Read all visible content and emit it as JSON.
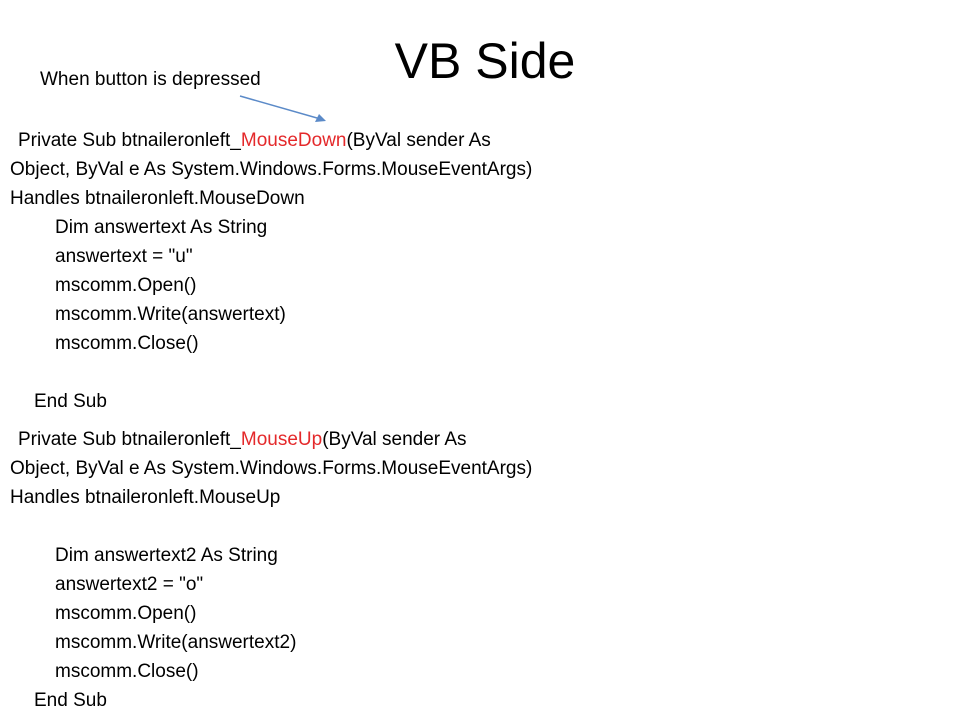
{
  "slide": {
    "title": "VB Side",
    "annotation": "When button is depressed",
    "accent_color": "#e4292b",
    "arrow_color": "#5b8ac8"
  },
  "mouse_down": {
    "sig_line1_pre": "Private Sub btnaileronleft_",
    "sig_line1_event": "MouseDown",
    "sig_line1_post": "(ByVal sender As",
    "sig_line2": "Object, ByVal e As System.Windows.Forms.MouseEventArgs)",
    "sig_line3": "Handles btnaileronleft.MouseDown",
    "body": [
      "Dim answertext As String",
      "answertext = \"u\"",
      "mscomm.Open()",
      "mscomm.Write(answertext)",
      "mscomm.Close()"
    ],
    "end": "End Sub"
  },
  "mouse_up": {
    "sig_line1_pre": "Private Sub btnaileronleft_",
    "sig_line1_event": "MouseUp",
    "sig_line1_post": "(ByVal sender As",
    "sig_line2": "Object, ByVal e As System.Windows.Forms.MouseEventArgs)",
    "sig_line3": "Handles btnaileronleft.MouseUp",
    "body": [
      "Dim answertext2 As String",
      "answertext2 = \"o\"",
      "mscomm.Open()",
      "mscomm.Write(answertext2)",
      "mscomm.Close()"
    ],
    "end": "End Sub"
  }
}
